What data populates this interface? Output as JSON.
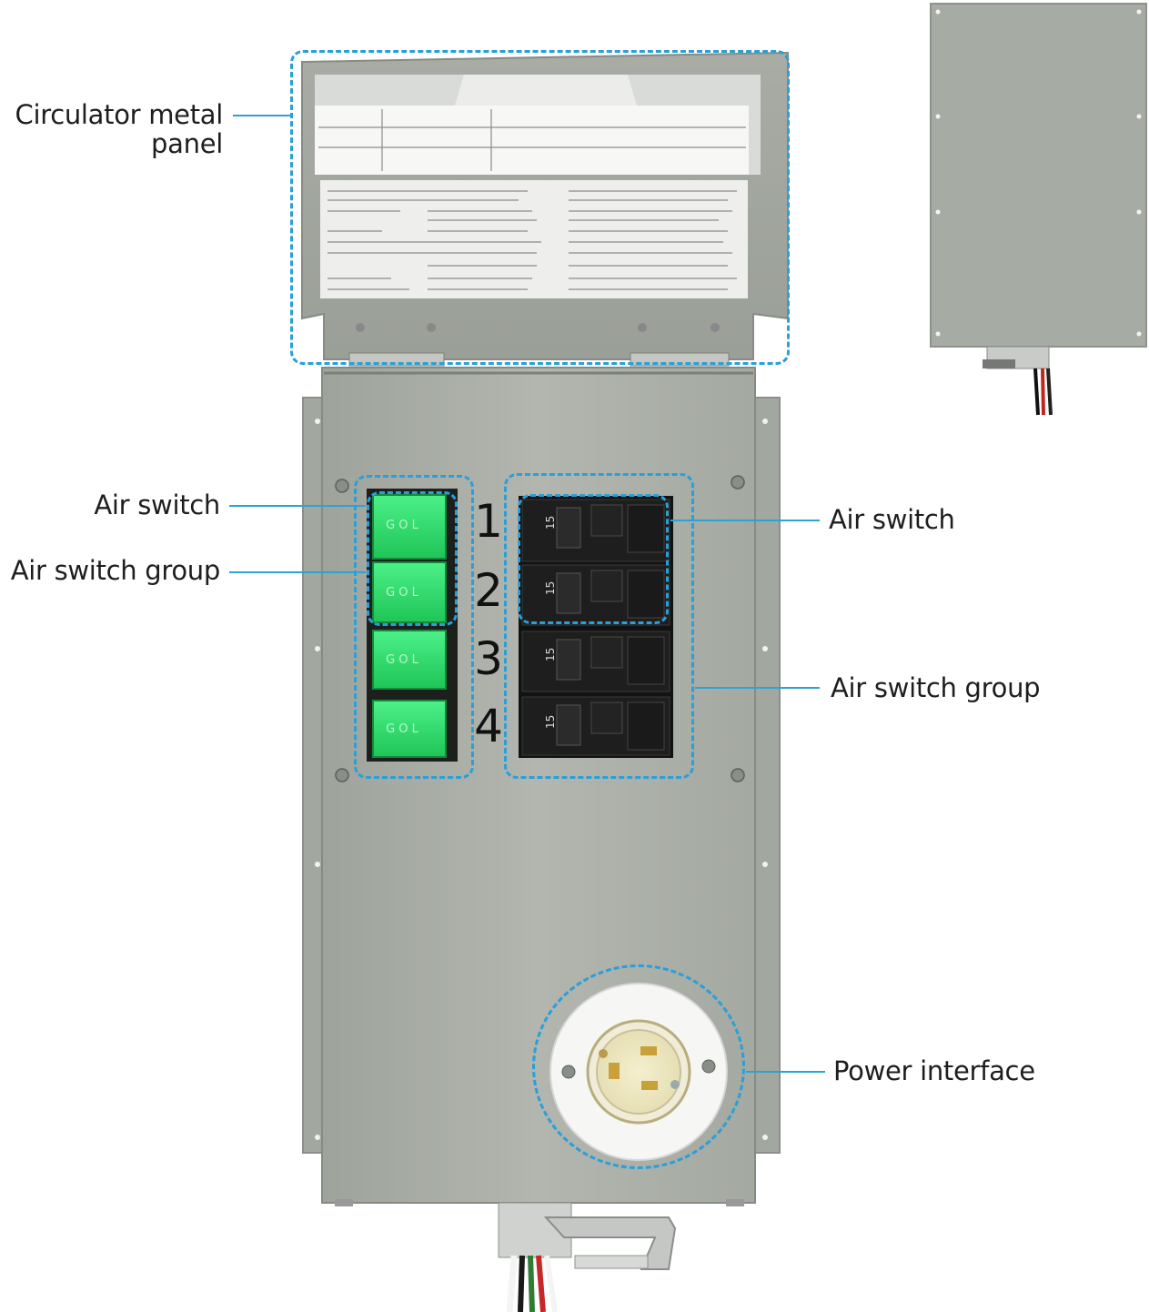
{
  "labels": {
    "lid_line1": "Circulator metal",
    "lid_line2": "panel",
    "left_switch": "Air switch",
    "left_group": "Air switch group",
    "right_switch": "Air switch",
    "right_group": "Air switch group",
    "power": "Power interface"
  },
  "rocker_text": [
    "G O L",
    "G O L",
    "G O L",
    "G O L"
  ],
  "circuit_numbers": [
    "1",
    "2",
    "3",
    "4"
  ],
  "breaker_rating": [
    "15",
    "15",
    "15",
    "15"
  ],
  "colors": {
    "accent": "#2a9fd8",
    "enclosure": "#a9aea4",
    "rocker": "#2ee06a"
  }
}
